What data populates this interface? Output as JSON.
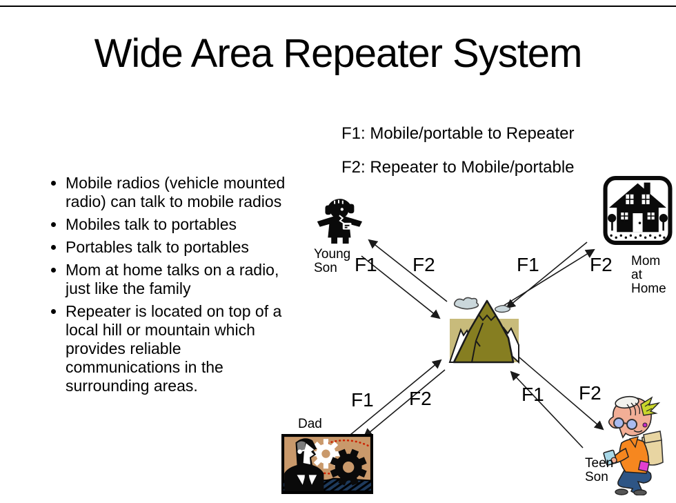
{
  "slide": {
    "title": "Wide Area Repeater System"
  },
  "legend": {
    "f1": "F1: Mobile/portable to Repeater",
    "f2": "F2: Repeater to Mobile/portable"
  },
  "bullets": [
    "Mobile radios (vehicle mounted radio) can talk to mobile radios",
    "Mobiles talk to portables",
    "Portables talk to portables",
    "Mom at home talks on a radio, just like the family",
    "Repeater is located on top of a local hill or mountain which provides reliable communications in the surrounding areas."
  ],
  "nodes": {
    "young_son": "Young\nSon",
    "mom": "Mom\nat\nHome",
    "dad": "Dad",
    "teen_son": "Teen\nSon"
  },
  "arrows": {
    "top_left": {
      "f1": "F1",
      "f2": "F2"
    },
    "top_right": {
      "f1": "F1",
      "f2": "F2"
    },
    "bottom_left": {
      "f1": "F1",
      "f2": "F2"
    },
    "bottom_right": {
      "f1": "F1",
      "f2": "F2"
    }
  },
  "icons": {
    "young_son": "child-with-headphones-icon",
    "mom": "house-icon",
    "dad": "man-with-gears-icon",
    "teen_son": "teen-with-gadget-icon",
    "repeater": "mountain-repeater-icon"
  },
  "colors": {
    "mountain": "#867E21",
    "mountain_backdrop": "#C8BB7B",
    "cloud": "#CAD7DB",
    "dad_panel": "#C9996B",
    "dad_water": "#1E3A5C",
    "dad_dots": "#CC2200",
    "teen_shirt": "#F6871F",
    "teen_skin": "#F2AE96",
    "teen_jeans": "#2E5585",
    "teen_glasses": "#A9BBF0",
    "teen_backpack": "#E8D5A2",
    "teen_pocket": "#E23FD0",
    "teen_hair_spike": "#C9D62B",
    "arrow": "#1a1a1a"
  }
}
